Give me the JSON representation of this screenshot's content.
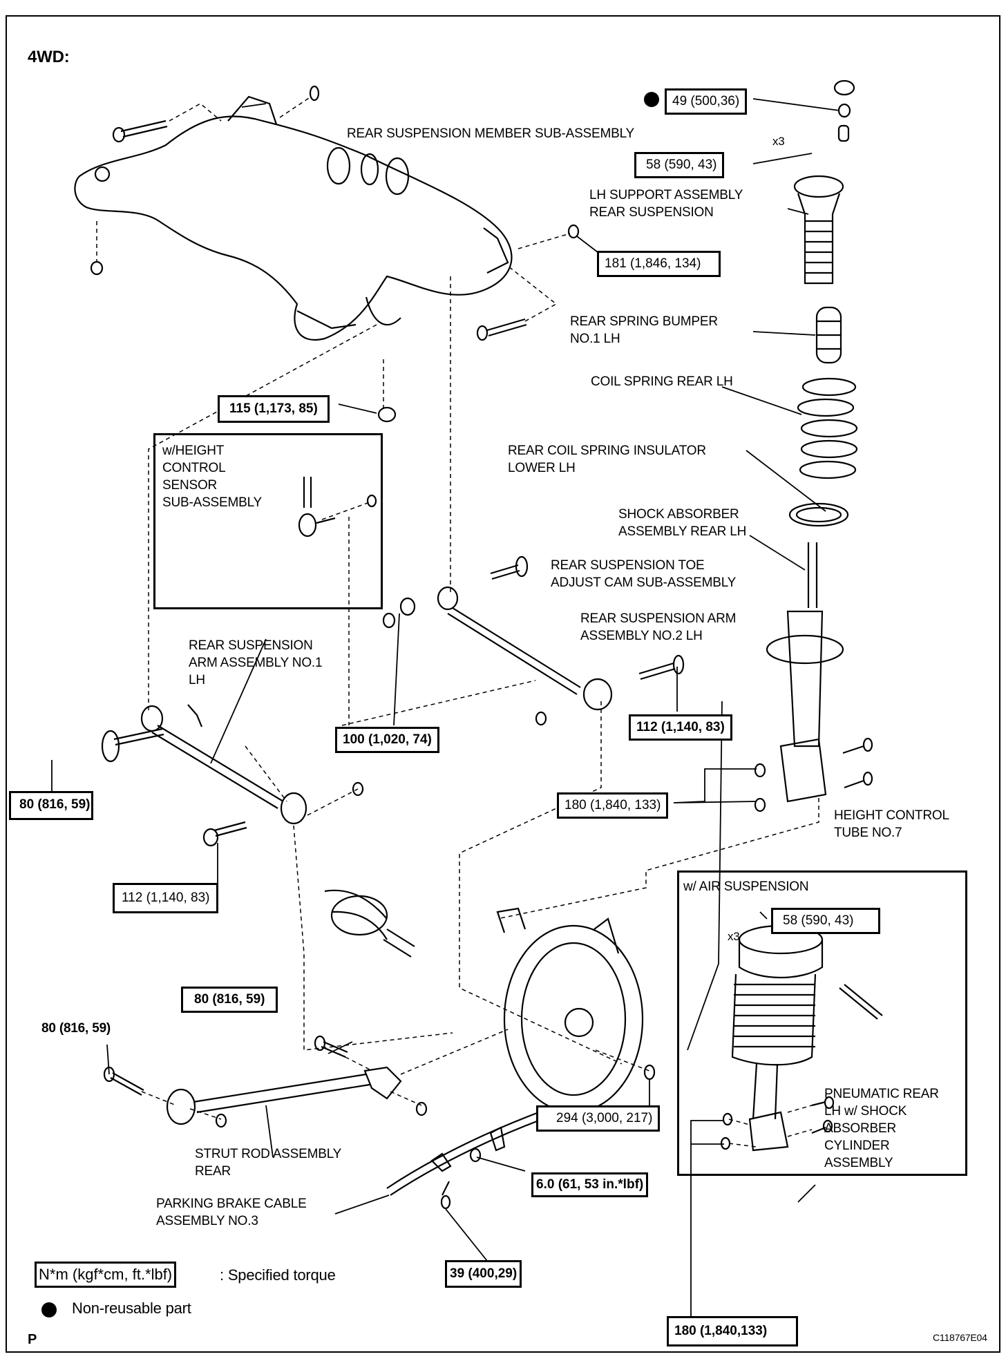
{
  "diagram": {
    "variant_heading": "4WD:",
    "page_marker": "P",
    "figure_code": "C118767E04",
    "legend": {
      "torque_unit_box": "N*m (kgf*cm, ft.*lbf)",
      "torque_unit_desc": ": Specified torque",
      "non_reusable_desc": "Non-reusable part"
    },
    "part_labels": {
      "rear_suspension_member": "REAR SUSPENSION MEMBER SUB-ASSEMBLY",
      "lh_support_assembly": "LH SUPPORT ASSEMBLY\nREAR SUSPENSION",
      "rear_spring_bumper": "REAR SPRING BUMPER\nNO.1 LH",
      "coil_spring": "COIL SPRING REAR LH",
      "coil_spring_insulator": "REAR COIL SPRING INSULATOR\nLOWER LH",
      "shock_absorber": "SHOCK ABSORBER\nASSEMBLY REAR LH",
      "toe_adjust_cam": "REAR SUSPENSION TOE\nADJUST CAM SUB-ASSEMBLY",
      "arm_no2": "REAR SUSPENSION ARM\nASSEMBLY NO.2 LH",
      "arm_no1": "REAR SUSPENSION\nARM ASSEMBLY NO.1\nLH",
      "height_control_tube": "HEIGHT CONTROL\nTUBE NO.7",
      "strut_rod": "STRUT ROD ASSEMBLY\nREAR",
      "parking_brake_cable": "PARKING BRAKE CABLE\nASSEMBLY NO.3",
      "pneumatic_rear": "PNEUMATIC REAR\nLH w/ SHOCK\nABSORBER\nCYLINDER\nASSEMBLY"
    },
    "insets": {
      "height_sensor_title": "w/HEIGHT\nCONTROL\nSENSOR\nSUB-ASSEMBLY",
      "air_suspension_title": "w/ AIR SUSPENSION"
    },
    "quantity_marks": {
      "support_nuts": "x3",
      "air_nuts": "x3"
    },
    "torque_specs": {
      "support_top_nut": "49 (500,36)",
      "support_mount_nuts": "58 (590, 43)",
      "member_front_bolt": "181 (1,846, 134)",
      "member_rear_nut": "115 (1,173, 85)",
      "arm_no2_inner": "100 (1,020, 74)",
      "arm_no2_outer": "112 (1,140, 83)",
      "shock_lower": "180 (1,840, 133)",
      "arm_no1_inner": "80 (816, 59)",
      "arm_no1_outer": "112 (1,140, 83)",
      "strut_rod_outer": "80 (816, 59)",
      "strut_rod_inner": "80 (816, 59)",
      "hub_nut": "294 (3,000, 217)",
      "cable_bracket_nut": "6.0 (61, 53 in.*lbf)",
      "cable_bolt": "39 (400,29)",
      "air_mount_nuts": "58 (590, 43)",
      "air_lower": "180 (1,840,133)"
    }
  }
}
